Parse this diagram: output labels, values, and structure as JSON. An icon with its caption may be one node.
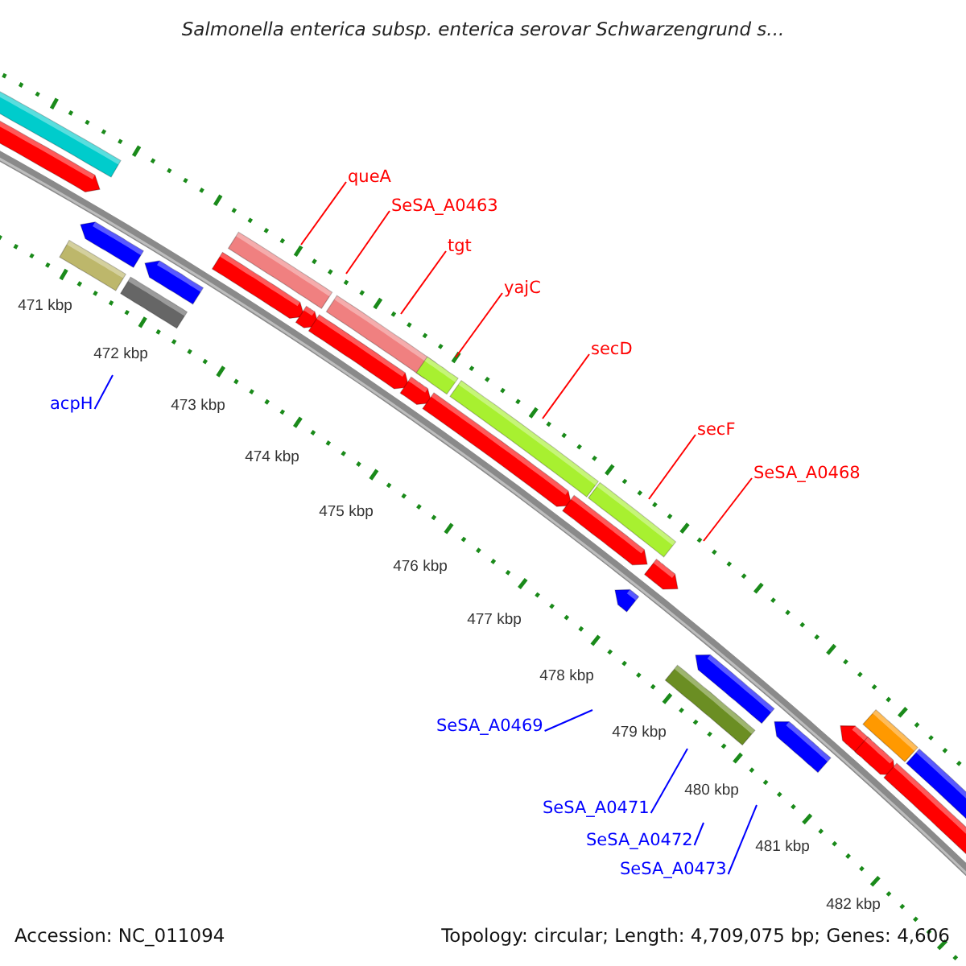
{
  "diagram": {
    "title": "Salmonella enterica subsp. enterica serovar Schwarzengrund s...",
    "nodes": [
      {
        "text": [
          "queA"
        ]
      },
      {
        "text": [
          "SeSA_A0463"
        ]
      },
      {
        "text": [
          "tgt"
        ]
      },
      {
        "text": [
          "yajC"
        ]
      },
      {
        "text": [
          "secD"
        ]
      },
      {
        "text": [
          "acpH"
        ]
      },
      {
        "text": [
          "secF"
        ]
      },
      {
        "text": [
          "SeSA_A0468"
        ]
      },
      {
        "text": [
          "SeSA_A0469"
        ]
      },
      {
        "text": [
          "SeSA_A0471"
        ]
      },
      {
        "text": [
          "SeSA_A0472"
        ]
      },
      {
        "text": [
          "SeSA_A0473"
        ]
      }
    ],
    "edges": [
      {
        "from": 0,
        "to": null,
        "arrow": "none"
      },
      {
        "from": 1,
        "to": null,
        "arrow": "none"
      },
      {
        "from": 2,
        "to": null,
        "arrow": "none"
      },
      {
        "from": 3,
        "to": null,
        "arrow": "none"
      },
      {
        "from": 4,
        "to": null,
        "arrow": "none"
      },
      {
        "from": 5,
        "to": null,
        "arrow": "none",
        "color": "#0000ff"
      },
      {
        "from": 6,
        "to": null,
        "arrow": "none"
      },
      {
        "from": 7,
        "to": null,
        "arrow": "none"
      },
      {
        "from": 8,
        "to": null,
        "arrow": "none",
        "color": "#0000ff"
      },
      {
        "from": 9,
        "to": null,
        "arrow": "none",
        "color": "#0000ff"
      },
      {
        "from": 10,
        "to": null,
        "arrow": "none",
        "color": "#0000ff"
      },
      {
        "from": 11,
        "to": null,
        "arrow": "none",
        "color": "#0000ff"
      }
    ],
    "labels": [
      "471 kbp",
      "472 kbp",
      "473 kbp",
      "474 kbp",
      "475 kbp",
      "476 kbp",
      "477 kbp",
      "478 kbp",
      "479 kbp",
      "480 kbp",
      "481 kbp",
      "482 kbp",
      "Accession: NC_011094",
      "Topology: circular; Length: 4,709,075 bp; Genes: 4,606"
    ]
  }
}
